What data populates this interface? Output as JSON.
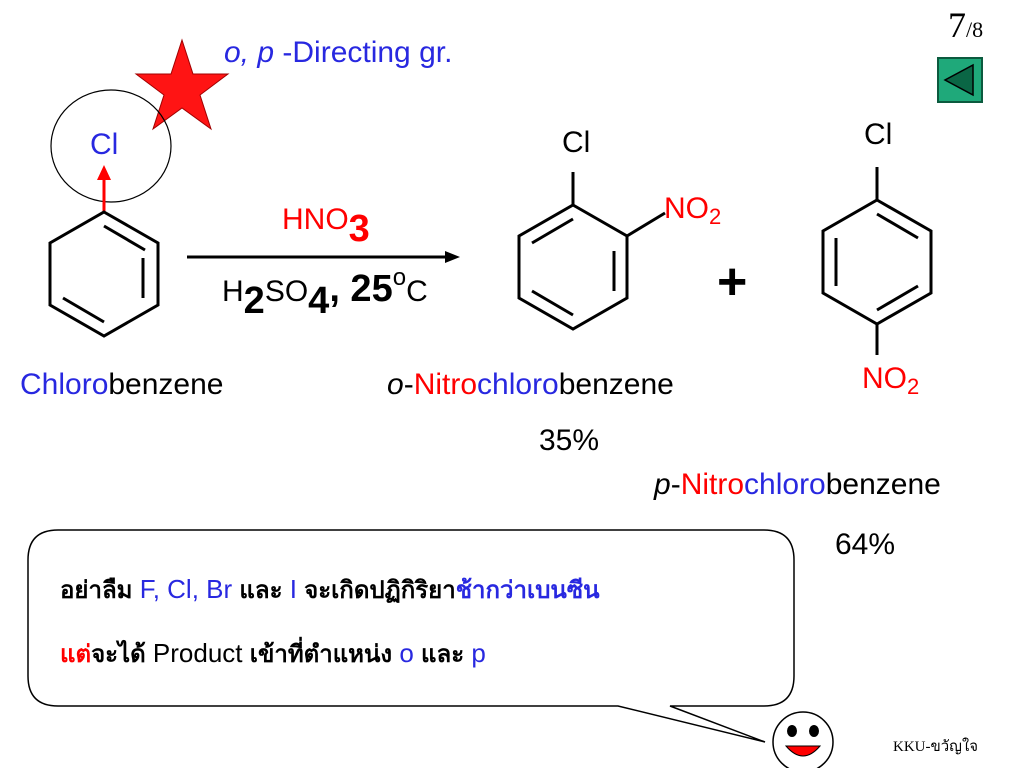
{
  "slide": {
    "number": "7",
    "total": "/8"
  },
  "title": {
    "prefix": "o, p",
    "text": " -Directing gr."
  },
  "reactant": {
    "atom": "Cl",
    "name_part1": "Chloro",
    "name_part2": "benzene"
  },
  "reagents": {
    "top": {
      "main": "HNO",
      "sub": "3"
    },
    "bottom": {
      "h": "H",
      "sub1": "2",
      "so": "SO",
      "sub2": "4",
      "comma": ",",
      "temp": " 25",
      "deg": "o",
      "unit": "C"
    }
  },
  "product_ortho": {
    "atom": "Cl",
    "group": "NO",
    "group_sub": "2",
    "name_prefix": "o",
    "name_dash": "-",
    "name_part1": "Nitro",
    "name_part2": "chloro",
    "name_part3": "benzene",
    "yield": "35%"
  },
  "plus": "+",
  "product_para": {
    "atom": "Cl",
    "group": "NO",
    "group_sub": "2",
    "name_prefix": "p",
    "name_dash": "-",
    "name_part1": "Nitro",
    "name_part2": "chloro",
    "name_part3": "benzene",
    "yield": "64%"
  },
  "note": {
    "line1": [
      "อย่าลืม",
      " F, Cl, Br ",
      "และ",
      " I ",
      "จะเกิดปฏิกิริยา",
      "ช้ากว่าเบนซีน"
    ],
    "line2": [
      "แต่",
      "จะได้",
      " Product ",
      "เข้าที่ตำแหน่ง",
      " o ",
      "และ",
      " p"
    ]
  },
  "footer": "KKU-ขวัญใจ",
  "colors": {
    "blue": "#2828e0",
    "red": "#ff0000",
    "nav_green": "#1fa97a"
  },
  "icons": [
    "red-star-icon",
    "smiley-face-icon",
    "back-arrow-icon"
  ]
}
